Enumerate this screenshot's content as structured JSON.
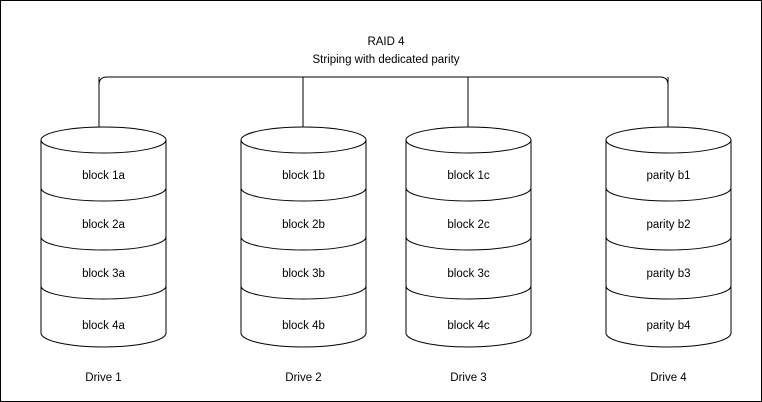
{
  "diagram": {
    "title_line1": "RAID 4",
    "title_line2": "Striping with dedicated parity",
    "stroke_color": "#000000",
    "background_color": "#ffffff",
    "border_color": "#000000",
    "drives": [
      {
        "label": "Drive 1",
        "blocks": [
          "block 1a",
          "block 2a",
          "block 3a",
          "block 4a"
        ]
      },
      {
        "label": "Drive 2",
        "blocks": [
          "block 1b",
          "block 2b",
          "block 3b",
          "block 4b"
        ]
      },
      {
        "label": "Drive 3",
        "blocks": [
          "block 1c",
          "block 2c",
          "block 3c",
          "block 4c"
        ]
      },
      {
        "label": "Drive 4",
        "blocks": [
          "parity b1",
          "parity b2",
          "parity b3",
          "parity b4"
        ]
      }
    ]
  }
}
